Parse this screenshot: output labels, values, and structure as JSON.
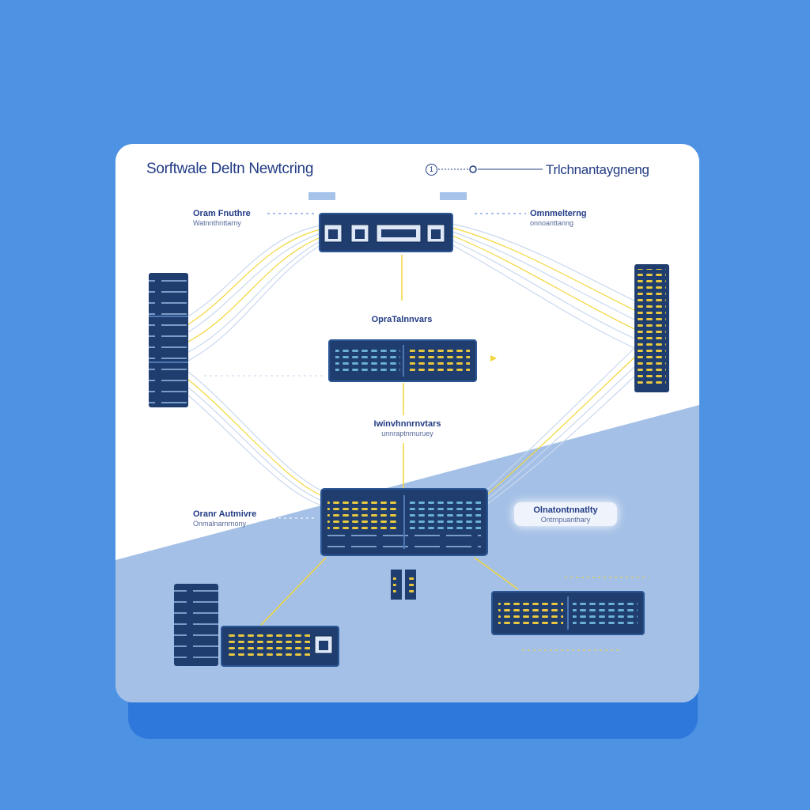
{
  "header": {
    "title": "Sorftwale Deltn Newtcring",
    "step_number": "1",
    "subtitle": "Trlchnantaygneng"
  },
  "labels": {
    "top_left": {
      "main": "Oram Fnuthre",
      "sub": "Watnnthnttarny"
    },
    "top_right": {
      "main": "Omnmelterng",
      "sub": "onnoanttanng"
    },
    "center": {
      "main": "OpraTalnnvars",
      "sub": ""
    },
    "middle": {
      "main": "Iwinvhnnrnvtars",
      "sub": "unnraptnmuruey"
    },
    "lower_left": {
      "main": "Oranr Autmivre",
      "sub": "Onmalnarnrnony"
    },
    "lower_right": {
      "main": "Olnatontnnatlty",
      "sub": "Ontrnpuanthary"
    }
  },
  "colors": {
    "background": "#4e92e4",
    "card": "#ffffff",
    "lower_region": "#a4c0e6",
    "device": "#1f3d6e",
    "link_line": "#f2d63a",
    "text": "#223c84"
  },
  "icons": [
    "server-rack-icon",
    "network-switch-icon",
    "port-icon",
    "cable-icon"
  ]
}
